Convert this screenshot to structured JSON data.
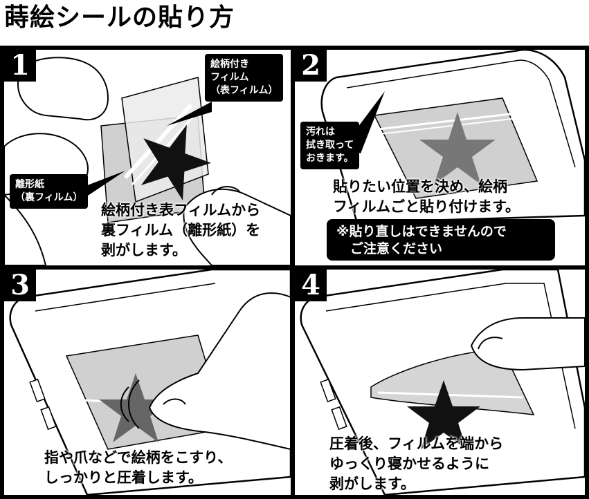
{
  "title": "蒔絵シールの貼り方",
  "steps": [
    {
      "number": "1",
      "caption": [
        "絵柄付き表フィルムから",
        "裏フィルム（離形紙）を",
        "剥がします。"
      ],
      "callouts": [
        {
          "lines": [
            "絵柄付き",
            "フィルム",
            "（表フィルム）"
          ]
        },
        {
          "lines": [
            "離形紙",
            "（裏フィルム）"
          ]
        }
      ]
    },
    {
      "number": "2",
      "caption": [
        "貼りたい位置を決め、絵柄",
        "フィルムごと貼り付けます。"
      ],
      "callouts": [
        {
          "lines": [
            "汚れは",
            "拭き取って",
            "おきます。"
          ]
        }
      ],
      "notice": [
        "※貼り直しはできませんので",
        "ご注意ください"
      ]
    },
    {
      "number": "3",
      "caption": [
        "指や爪などで絵柄をこすり、",
        "しっかりと圧着します。"
      ]
    },
    {
      "number": "4",
      "caption": [
        "圧着後、フィルムを端から",
        "ゆっくり寝かせるように",
        "剥がします。"
      ]
    }
  ]
}
